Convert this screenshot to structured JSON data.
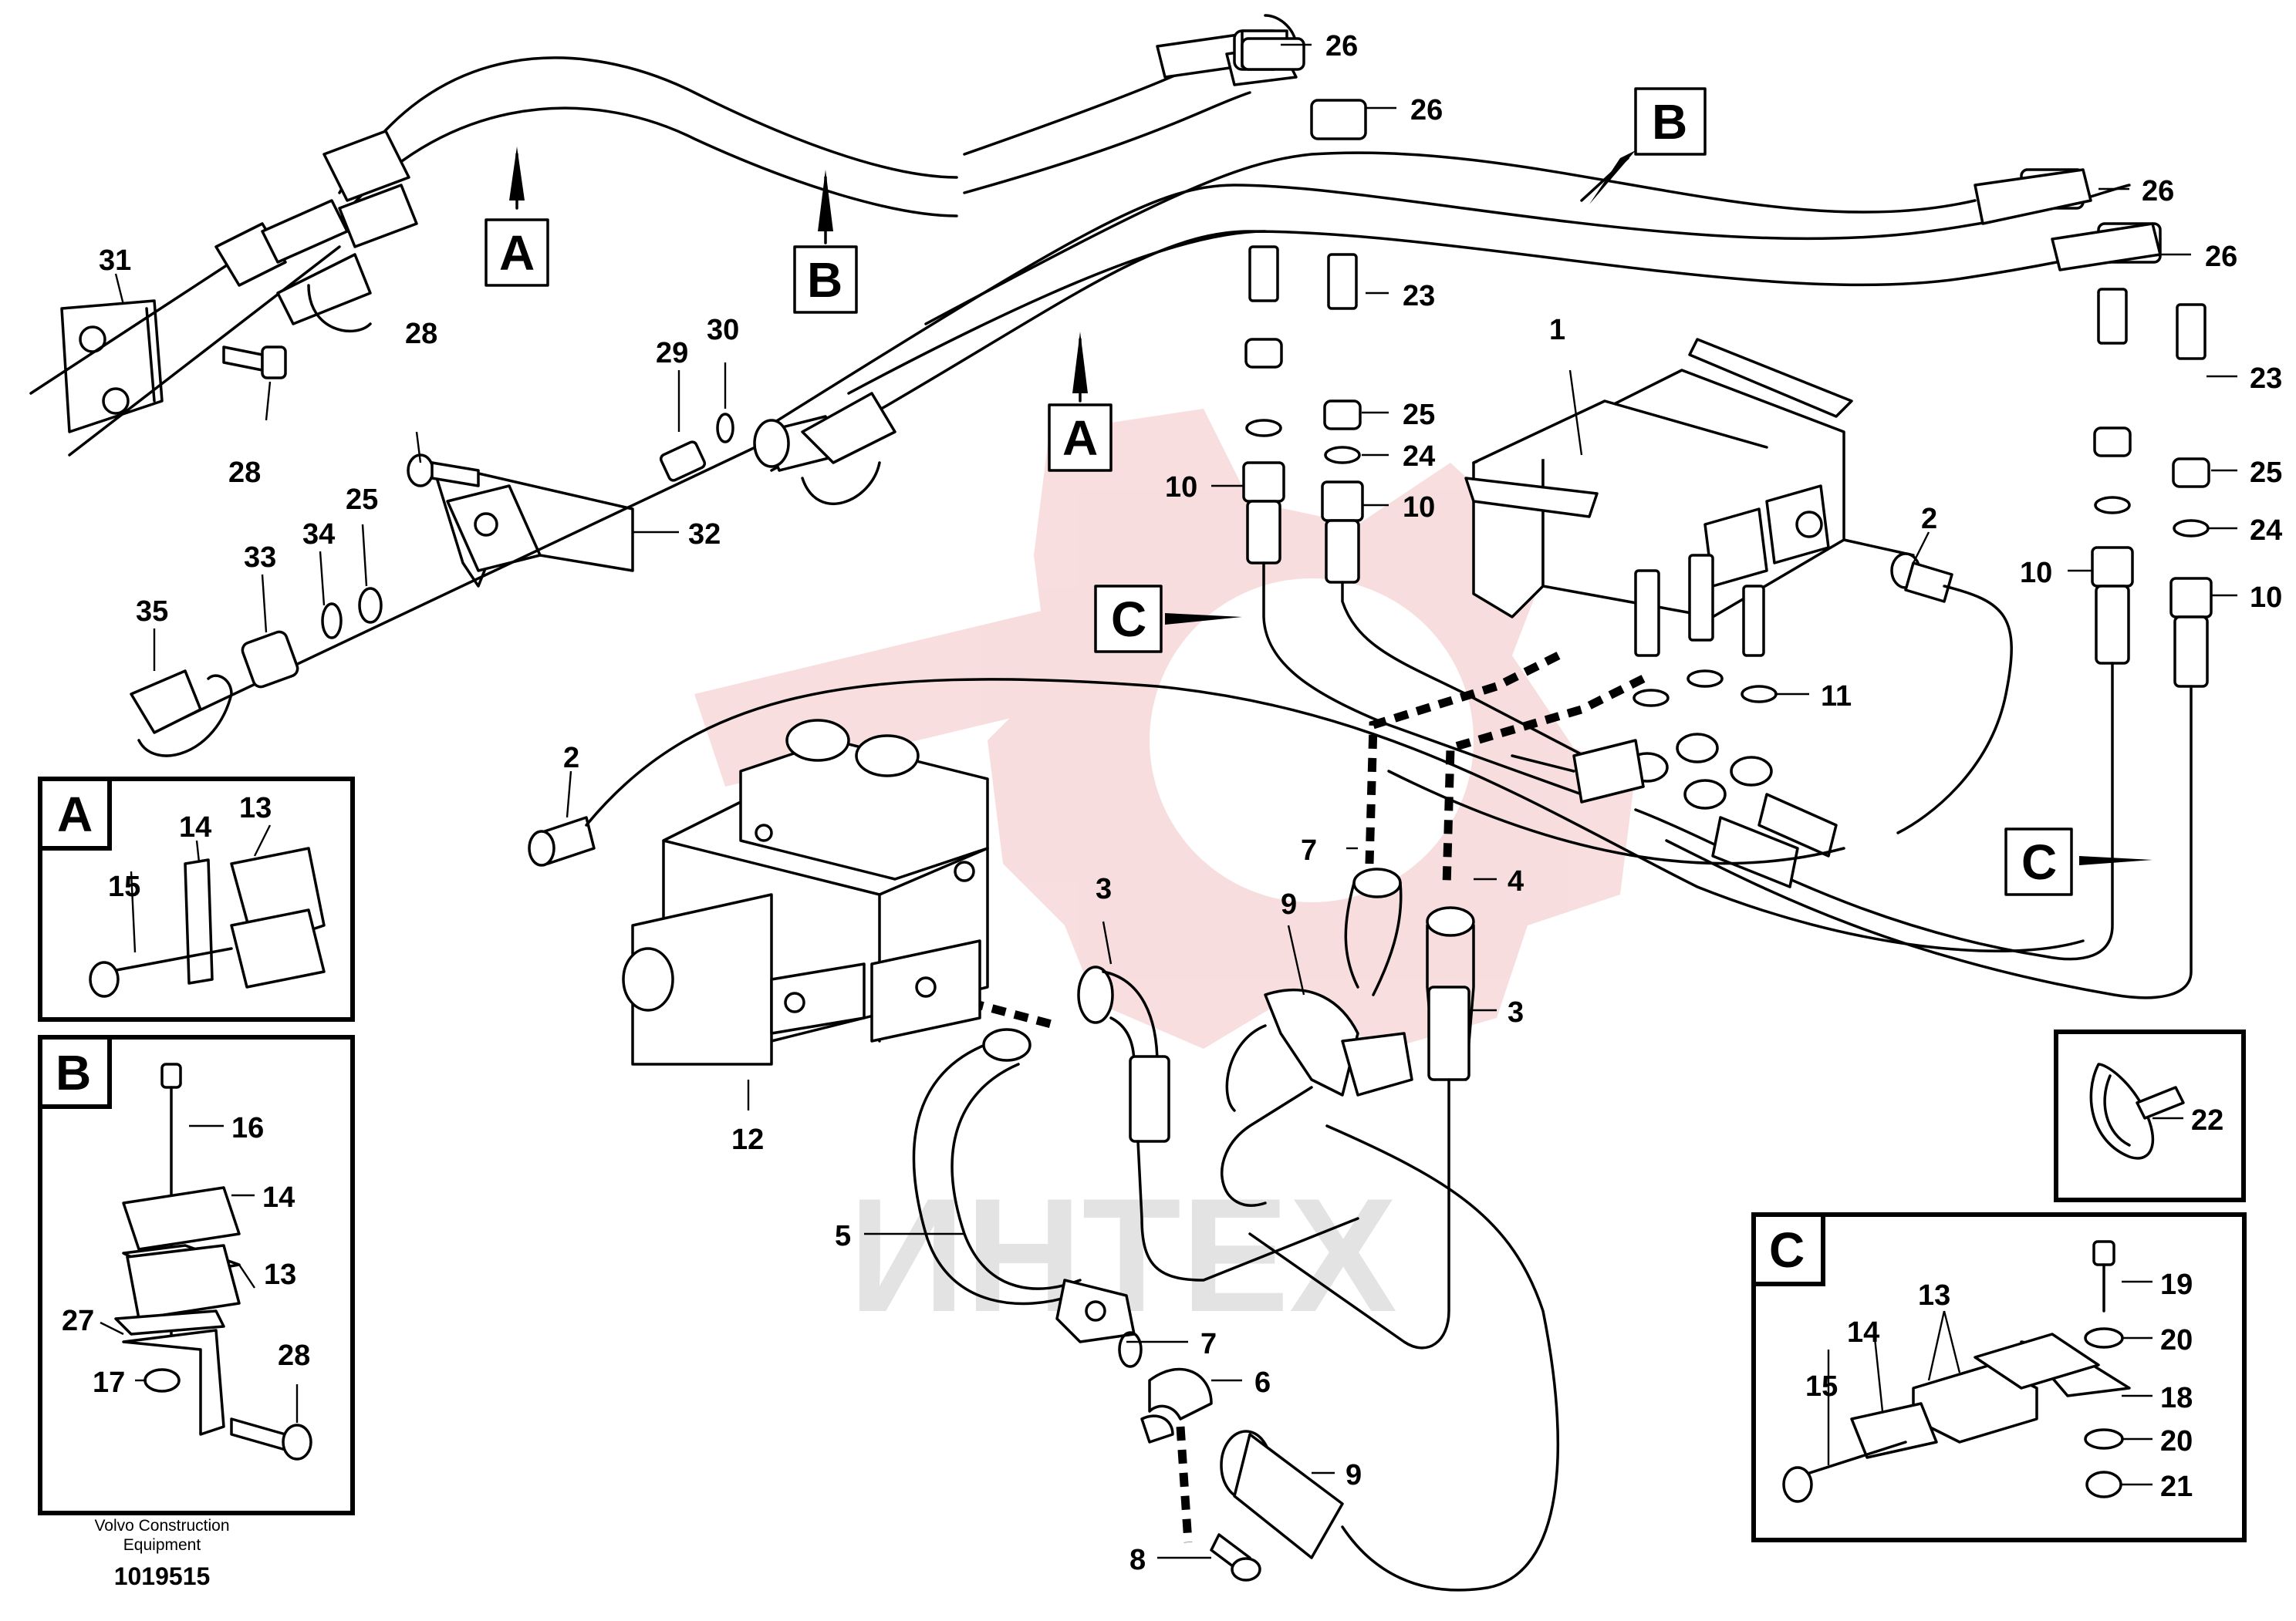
{
  "labels": {
    "p1": "1",
    "p2a": "2",
    "p2b": "2",
    "p3a": "3",
    "p3b": "3",
    "p4": "4",
    "p5": "5",
    "p6": "6",
    "p7a": "7",
    "p7b": "7",
    "p8": "8",
    "p9a": "9",
    "p9b": "9",
    "p10a": "10",
    "p10b": "10",
    "p10c": "10",
    "p10d": "10",
    "p11": "11",
    "p12": "12",
    "p13A": "13",
    "p14A": "14",
    "p15A": "15",
    "p13B": "13",
    "p14B": "14",
    "p16B": "16",
    "p17B": "17",
    "p27B": "27",
    "p28B": "28",
    "p13C": "13",
    "p14C": "14",
    "p15C": "15",
    "p18C": "18",
    "p19C": "19",
    "p20Ca": "20",
    "p20Cb": "20",
    "p21C": "21",
    "p22": "22",
    "p23a": "23",
    "p23b": "23",
    "p24a": "24",
    "p24b": "24",
    "p25a": "25",
    "p25b": "25",
    "p25c": "25",
    "p26a": "26",
    "p26b": "26",
    "p26c": "26",
    "p26d": "26",
    "p28a": "28",
    "p28b": "28",
    "p29": "29",
    "p30": "30",
    "p31": "31",
    "p32": "32",
    "p33": "33",
    "p34": "34",
    "p35": "35"
  },
  "view_markers": {
    "a1": "A",
    "a2": "A",
    "b1": "B",
    "b2": "B",
    "c1": "C",
    "c2": "C"
  },
  "detail_boxes": {
    "A": "A",
    "B": "B",
    "C": "C"
  },
  "footer": {
    "company_line1": "Volvo Construction",
    "company_line2": "Equipment",
    "drawing_number": "1019515"
  },
  "watermark": {
    "text": "ИНТЕХ",
    "color": "#e8898b"
  }
}
